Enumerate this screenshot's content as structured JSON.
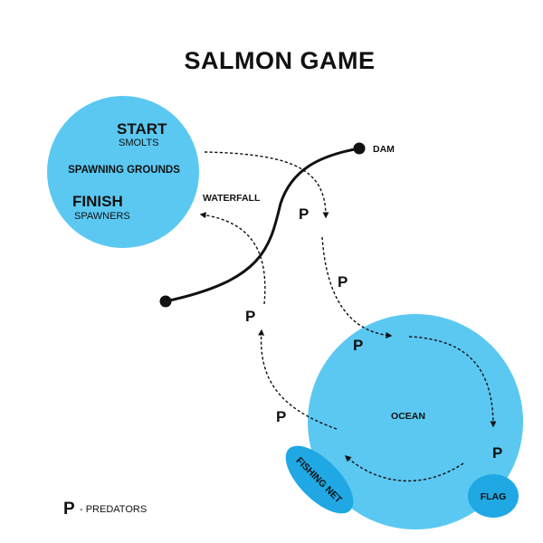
{
  "title": "SALMON GAME",
  "colors": {
    "circle": "#5BC8F2",
    "net": "#1FA8E3",
    "flag": "#1FA8E3",
    "ink": "#111111"
  },
  "spawning": {
    "start": "START",
    "smolts": "SMOLTS",
    "name": "SPAWNING GROUNDS",
    "finish": "FINISH",
    "spawners": "SPAWNERS"
  },
  "ocean": {
    "label": "OCEAN"
  },
  "dam": {
    "label": "DAM"
  },
  "waterfall": {
    "label": "WATERFALL"
  },
  "fishing_net": {
    "label": "FISHING NET"
  },
  "flag": {
    "label": "FLAG"
  },
  "predator_mark": "P",
  "legend": {
    "symbol": "P",
    "text": "- PREDATORS"
  }
}
